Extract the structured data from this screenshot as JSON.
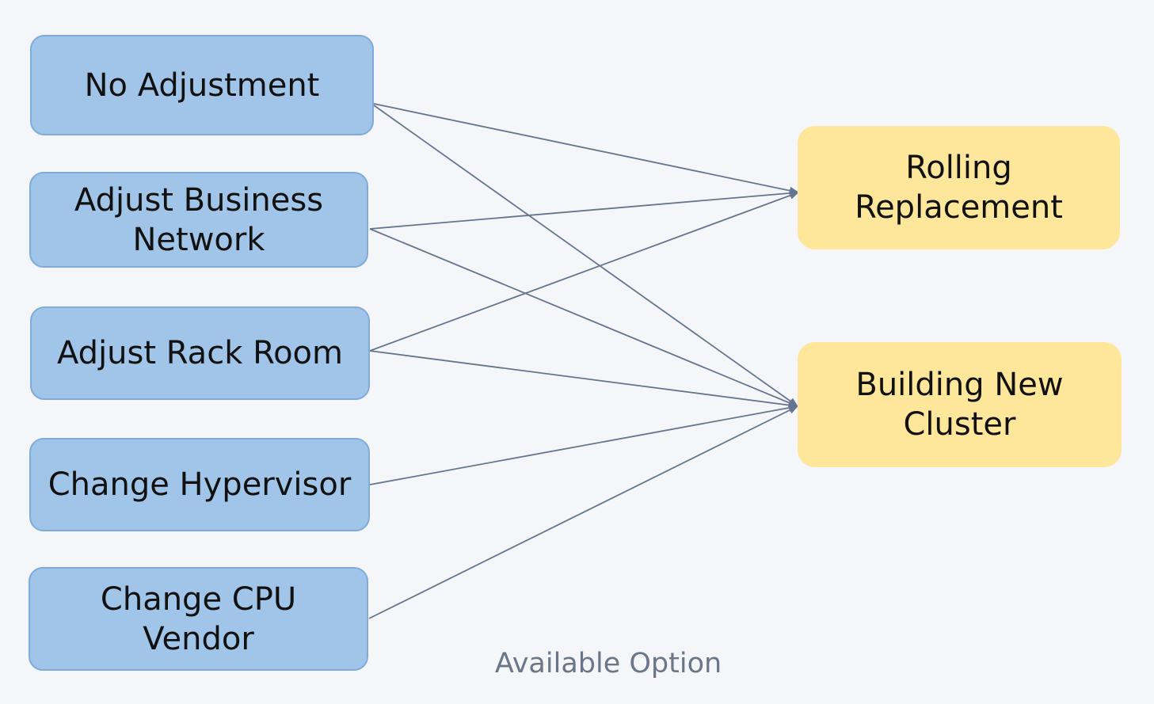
{
  "sources": [
    {
      "id": "no-adjustment",
      "label": "No Adjustment"
    },
    {
      "id": "adjust-business-network",
      "label": "Adjust Business\nNetwork"
    },
    {
      "id": "adjust-rack-room",
      "label": "Adjust Rack Room"
    },
    {
      "id": "change-hypervisor",
      "label": "Change Hypervisor"
    },
    {
      "id": "change-cpu-vendor",
      "label": "Change CPU\nVendor"
    }
  ],
  "targets": [
    {
      "id": "rolling-replacement",
      "label": "Rolling\nReplacement"
    },
    {
      "id": "building-new-cluster",
      "label": "Building New\nCluster"
    }
  ],
  "edges": [
    {
      "from": "no-adjustment",
      "to": "rolling-replacement"
    },
    {
      "from": "no-adjustment",
      "to": "building-new-cluster"
    },
    {
      "from": "adjust-business-network",
      "to": "rolling-replacement"
    },
    {
      "from": "adjust-business-network",
      "to": "building-new-cluster"
    },
    {
      "from": "adjust-rack-room",
      "to": "rolling-replacement"
    },
    {
      "from": "adjust-rack-room",
      "to": "building-new-cluster"
    },
    {
      "from": "change-hypervisor",
      "to": "building-new-cluster"
    },
    {
      "from": "change-cpu-vendor",
      "to": "building-new-cluster"
    }
  ],
  "caption": "Available Option",
  "colors": {
    "source_fill": "#a0c5e8",
    "source_border": "#7eabd9",
    "target_fill": "#fee69a",
    "edge": "#66758f",
    "caption": "#6b7689"
  }
}
